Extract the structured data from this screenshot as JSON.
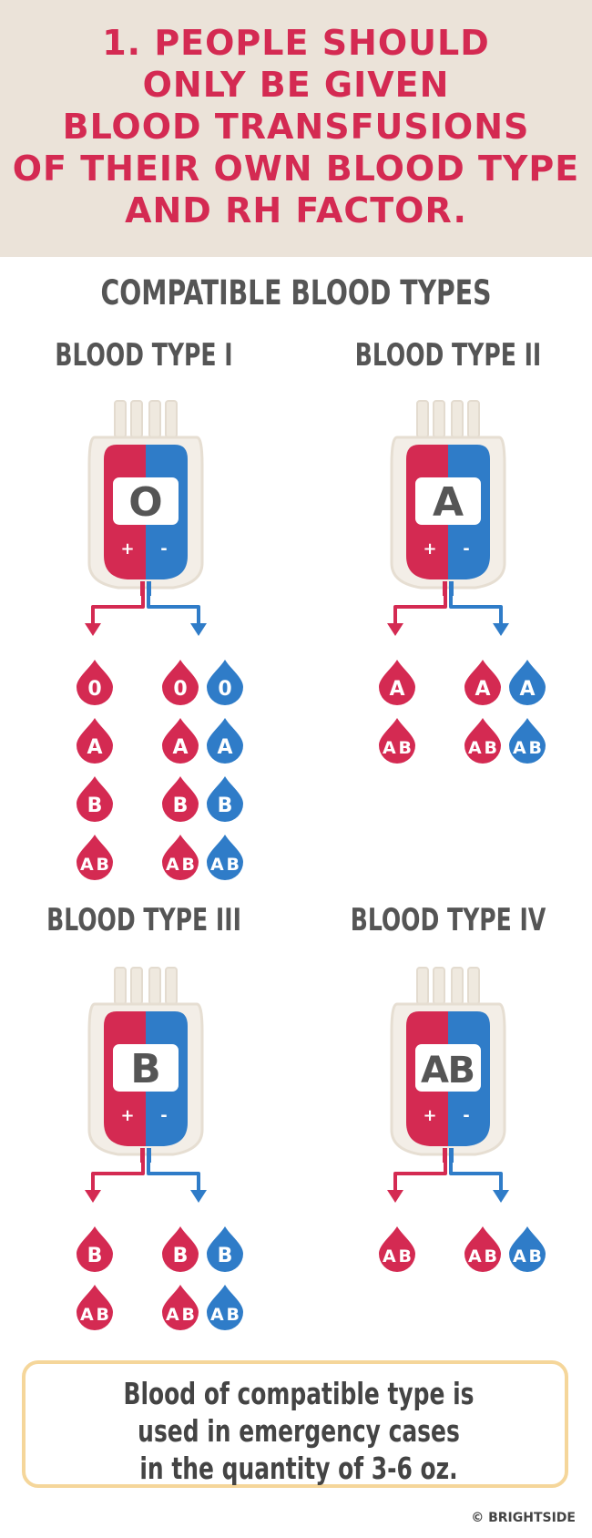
{
  "header": {
    "lines": [
      "1. PEOPLE SHOULD",
      "ONLY BE GIVEN",
      "BLOOD TRANSFUSIONS",
      "OF THEIR OWN BLOOD TYPE",
      "AND RH FACTOR."
    ]
  },
  "section_title": "COMPATIBLE BLOOD TYPES",
  "blood_types": [
    {
      "title": "BLOOD TYPE I",
      "bag_label": "O",
      "plus_symbol": "+",
      "minus_symbol": "-",
      "plus_recipients": [
        "0",
        "A",
        "B",
        "AB"
      ],
      "minus_plus_recipients": [
        "0",
        "A",
        "B",
        "AB"
      ],
      "minus_minus_recipients": [
        "0",
        "A",
        "B",
        "AB"
      ]
    },
    {
      "title": "BLOOD TYPE II",
      "bag_label": "A",
      "plus_symbol": "+",
      "minus_symbol": "-",
      "plus_recipients": [
        "A",
        "AB"
      ],
      "minus_plus_recipients": [
        "A",
        "AB"
      ],
      "minus_minus_recipients": [
        "A",
        "AB"
      ]
    },
    {
      "title": "BLOOD TYPE III",
      "bag_label": "B",
      "plus_symbol": "+",
      "minus_symbol": "-",
      "plus_recipients": [
        "B",
        "AB"
      ],
      "minus_plus_recipients": [
        "B",
        "AB"
      ],
      "minus_minus_recipients": [
        "B",
        "AB"
      ]
    },
    {
      "title": "BLOOD TYPE IV",
      "bag_label": "AB",
      "plus_symbol": "+",
      "minus_symbol": "-",
      "plus_recipients": [
        "AB"
      ],
      "minus_plus_recipients": [
        "AB"
      ],
      "minus_minus_recipients": [
        "AB"
      ]
    }
  ],
  "note": {
    "lines": [
      "Blood of compatible type is",
      "used in emergency cases",
      "in the quantity of 3-6 oz."
    ]
  },
  "credit": "© BRIGHTSIDE",
  "colors": {
    "header_bg": "#ebe3d9",
    "accent_red": "#d42a52",
    "accent_blue": "#2f7cc8",
    "note_border": "#f5d69a"
  }
}
